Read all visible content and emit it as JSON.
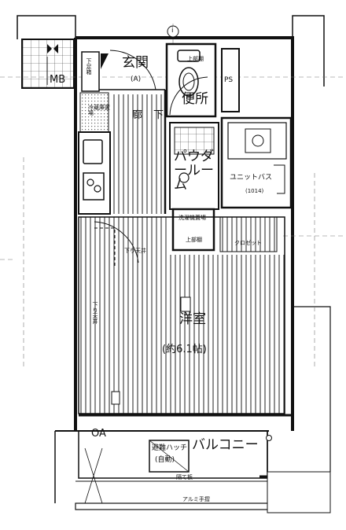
{
  "labels": {
    "north": "i",
    "mb": "MB",
    "ps": "PS",
    "shoe_storage": "下足箱",
    "entrance": "玄関",
    "entrance_level": "(A)",
    "upper_cabinet": "上部棚",
    "toilet": "便所",
    "fridge_space": "冷蔵庫置場",
    "corridor": "廊下",
    "powder_room": "パウダールーム",
    "unit_bath": "ユニットバス",
    "unit_bath_size": "(1014)",
    "washer_space": "洗濯機置場",
    "washer_upper": "上部棚",
    "lower_ceiling_1": "下り天井",
    "lower_ceiling_2": "下り天井",
    "closet": "クロゼット",
    "room": "洋室",
    "room_size": "(約6.1帖)",
    "oa": "OA",
    "evac_hatch_1": "避難ハッチ",
    "evac_hatch_2": "(自動)",
    "balcony": "バルコニー",
    "divider": "隔て板",
    "rail": "アルミ手摺"
  }
}
